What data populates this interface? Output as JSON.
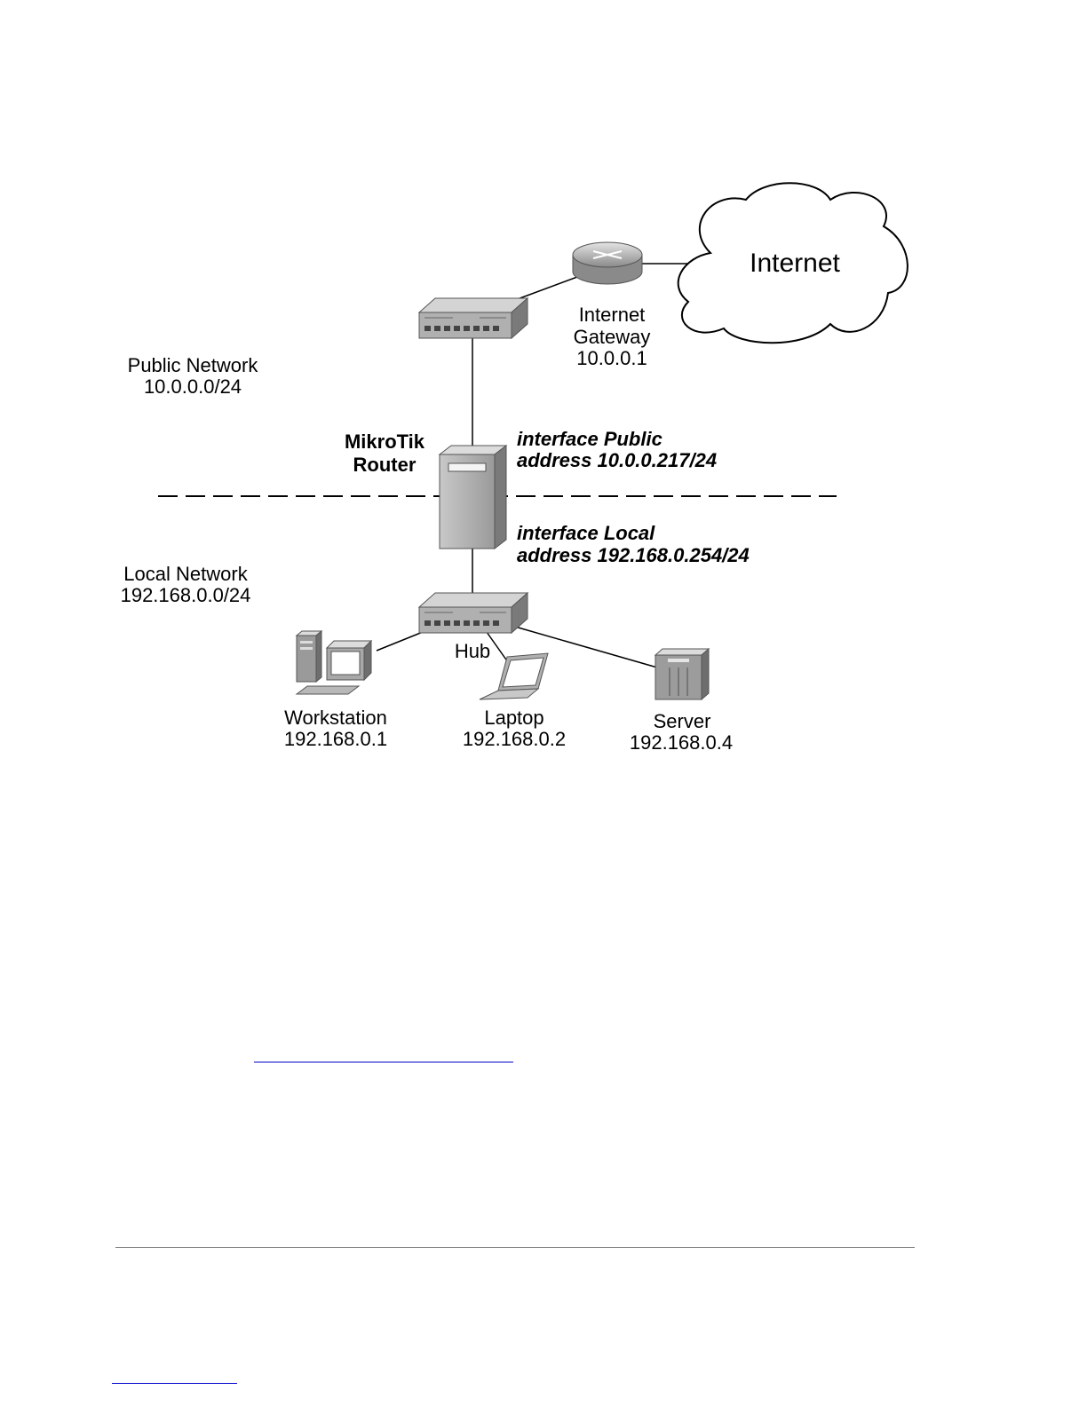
{
  "diagram": {
    "cloud_label": "Internet",
    "gateway": {
      "line1": "Internet",
      "line2": "Gateway",
      "line3": "10.0.0.1"
    },
    "public_network": {
      "name": "Public Network",
      "subnet": "10.0.0.0/24"
    },
    "router": {
      "line1": "MikroTik",
      "line2": "Router"
    },
    "public_interface": {
      "line1": "interface Public",
      "line2": "address 10.0.0.217/24"
    },
    "local_interface": {
      "line1": "interface Local",
      "line2": "address 192.168.0.254/24"
    },
    "local_network": {
      "name": "Local Network",
      "subnet": "192.168.0.0/24"
    },
    "hub_label": "Hub",
    "workstation": {
      "name": "Workstation",
      "ip": "192.168.0.1"
    },
    "laptop": {
      "name": "Laptop",
      "ip": "192.168.0.2"
    },
    "server": {
      "name": "Server",
      "ip": "192.168.0.4"
    }
  },
  "colors": {
    "device_gray": "#a9a9a9",
    "device_dark": "#6b6b6b",
    "device_light": "#d8d8d8",
    "link": "#0000cc",
    "rule": "#808080"
  }
}
